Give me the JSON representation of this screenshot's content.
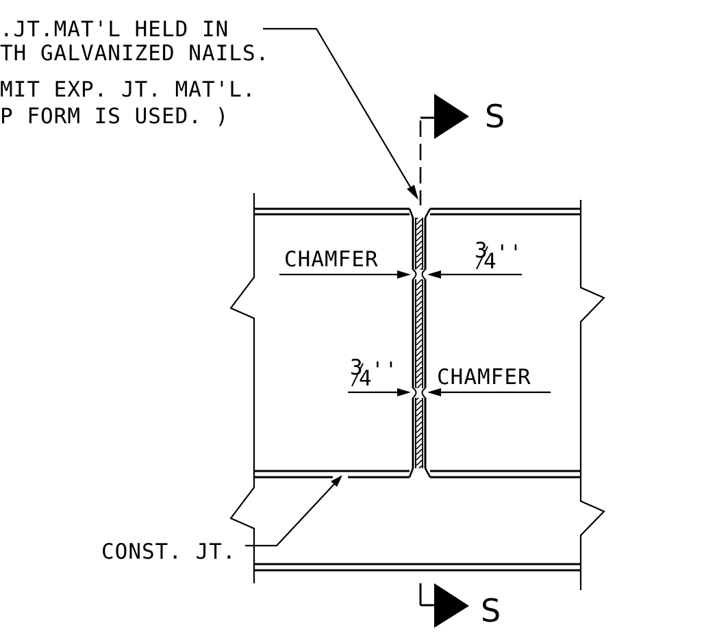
{
  "notes": {
    "line1": ".JT.MAT'L HELD IN",
    "line2": "TH GALVANIZED NAILS.",
    "line3": "MIT EXP. JT. MAT'L.",
    "line4": "P FORM IS USED. )"
  },
  "labels": {
    "chamfer_top": "CHAMFER",
    "chamfer_bottom": "CHAMFER",
    "const_jt": "CONST. JT.",
    "section_top": "S",
    "section_bottom": "S"
  },
  "dimensions": {
    "top": {
      "num": "3",
      "den": "4",
      "unit": "''"
    },
    "bottom": {
      "num": "3",
      "den": "4",
      "unit": "''"
    }
  },
  "colors": {
    "ink": "#000000",
    "paper": "#ffffff"
  }
}
